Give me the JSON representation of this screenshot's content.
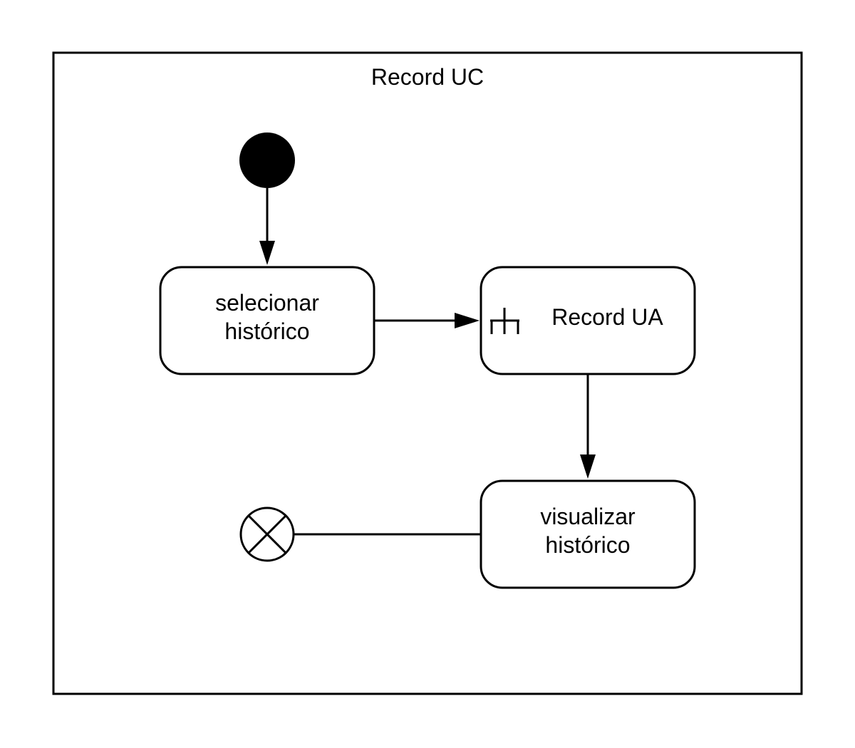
{
  "frame": {
    "title": "Record UC"
  },
  "nodes": {
    "select_history": {
      "line1": "selecionar",
      "line2": "histórico"
    },
    "record_ua": {
      "label": "Record UA",
      "icon": "call-behavior-rake-icon"
    },
    "view_history": {
      "line1": "visualizar",
      "line2": "histórico"
    },
    "initial": {
      "icon": "initial-node-icon"
    },
    "flow_final": {
      "icon": "flow-final-icon"
    }
  },
  "colors": {
    "stroke": "#000000",
    "background": "#ffffff"
  }
}
